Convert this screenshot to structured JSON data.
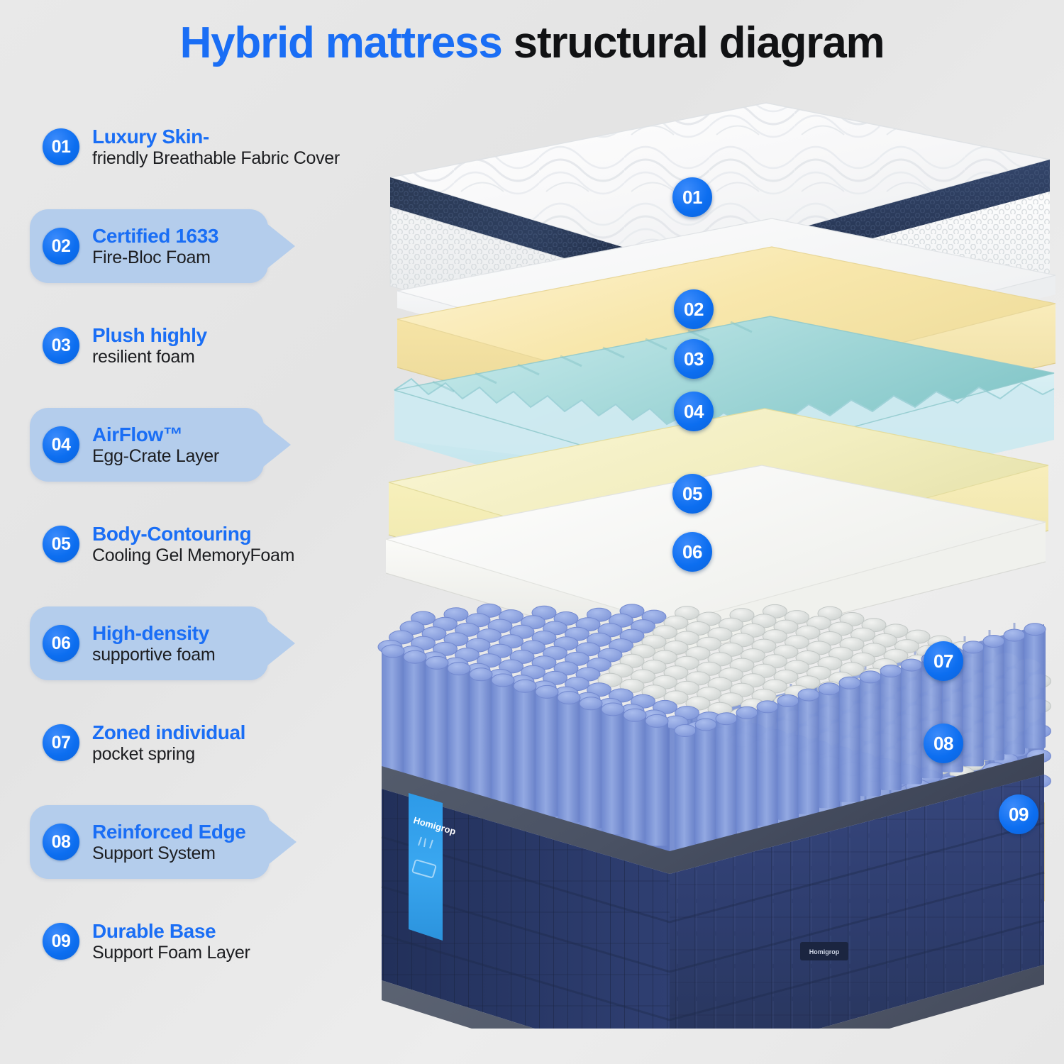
{
  "title": {
    "highlight": "Hybrid mattress",
    "rest": "structural diagram"
  },
  "colors": {
    "accent_blue": "#1a6ef5",
    "badge_blue": "#0c6ef0",
    "bubble_blue": "#b4cdec",
    "background": "#e7e7e7",
    "text_dark": "#1c1d20",
    "cover_white": "#fbfbfb",
    "gusset_navy": "#2d3f5e",
    "foam_cream": "#f5e2a8",
    "foam_teal": "#b9e2e4",
    "foam_pale_yellow": "#f2ecc0",
    "foam_white": "#fafaf8",
    "spring_blue": "#8fa5e0",
    "spring_gray": "#d9dcdc",
    "base_navy": "#2d3b6b",
    "base_binding": "#4a5264",
    "base_foam_tan": "#ecd79a"
  },
  "legend": {
    "items": [
      {
        "num": "01",
        "title": "Luxury Skin-",
        "sub": "friendly Breathable Fabric Cover",
        "bubble": false
      },
      {
        "num": "02",
        "title": "Certified 1633",
        "sub": "Fire-Bloc Foam",
        "bubble": true
      },
      {
        "num": "03",
        "title": "Plush highly",
        "sub": "resilient foam",
        "bubble": false
      },
      {
        "num": "04",
        "title": "AirFlow™",
        "sub": "Egg-Crate Layer",
        "bubble": true
      },
      {
        "num": "05",
        "title": "Body-Contouring",
        "sub": "Cooling Gel MemoryFoam",
        "bubble": false
      },
      {
        "num": "06",
        "title": "High-density",
        "sub": "supportive foam",
        "bubble": true
      },
      {
        "num": "07",
        "title": "Zoned individual",
        "sub": "pocket spring",
        "bubble": false
      },
      {
        "num": "08",
        "title": "Reinforced Edge",
        "sub": "Support System",
        "bubble": true
      },
      {
        "num": "09",
        "title": "Durable Base",
        "sub": "Support Foam Layer",
        "bubble": false
      }
    ]
  },
  "illustration": {
    "brand_tag": "Homigrop",
    "front_label": "Homigrop",
    "badges": [
      {
        "num": "01",
        "layer": "quilted-cover"
      },
      {
        "num": "02",
        "layer": "fire-bloc-foam"
      },
      {
        "num": "03",
        "layer": "resilient-foam"
      },
      {
        "num": "04",
        "layer": "egg-crate-layer"
      },
      {
        "num": "05",
        "layer": "gel-memory-foam"
      },
      {
        "num": "06",
        "layer": "high-density-foam"
      },
      {
        "num": "07",
        "layer": "pocket-springs"
      },
      {
        "num": "08",
        "layer": "reinforced-edge"
      },
      {
        "num": "09",
        "layer": "base-foam"
      }
    ]
  }
}
